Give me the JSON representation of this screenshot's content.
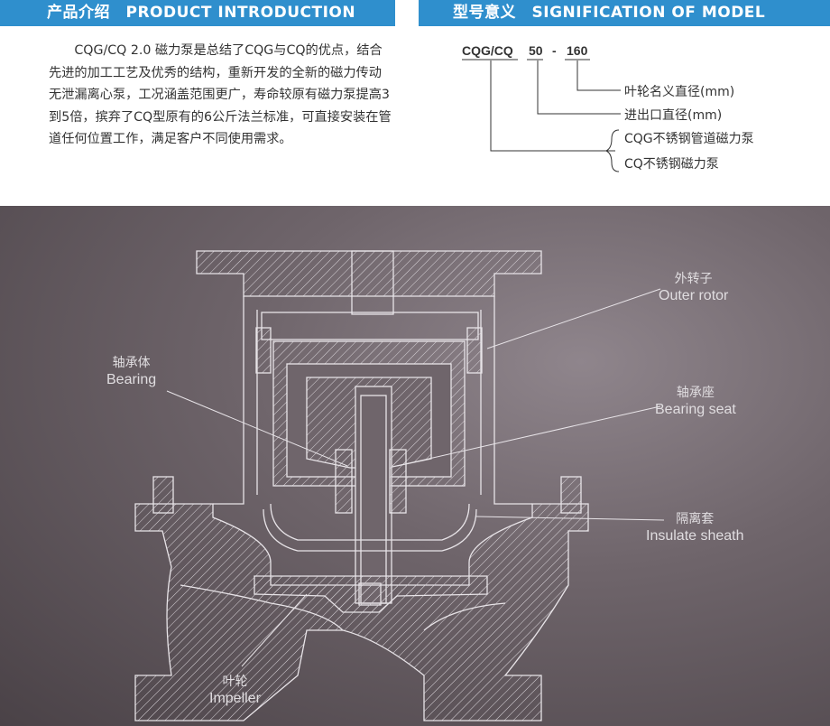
{
  "left_banner": "产品介绍　PRODUCT INTRODUCTION",
  "intro_text": "CQG/CQ 2.0 磁力泵是总结了CQG与CQ的优点，结合先进的加工工艺及优秀的结构，重新开发的全新的磁力传动无泄漏离心泵，工况涵盖范围更广，寿命较原有磁力泵提高3到5倍，摈弃了CQ型原有的6公斤法兰标准，可直接安装在管道任何位置工作，满足客户不同使用需求。",
  "right_banner": "型号意义　SIGNIFICATION OF MODEL",
  "model": {
    "code_series": "CQG/CQ",
    "code_diameter": "50",
    "dash": "-",
    "code_impeller": "160",
    "desc_impeller": "叶轮名义直径(mm)",
    "desc_port": "进出口直径(mm)",
    "desc_cqg": "CQG不锈钢管道磁力泵",
    "desc_cq": "CQ不锈钢磁力泵"
  },
  "callouts": {
    "outer_rotor_cn": "外转子",
    "outer_rotor_en": "Outer rotor",
    "bearing_cn": "轴承体",
    "bearing_en": "Bearing",
    "bearing_seat_cn": "轴承座",
    "bearing_seat_en": "Bearing seat",
    "sheath_cn": "隔离套",
    "sheath_en": "Insulate sheath",
    "impeller_cn": "叶轮",
    "impeller_en": "Impeller"
  },
  "colors": {
    "banner": "#2f8fcd",
    "drawing_bg": "#6f656b",
    "line": "#e8e4e8"
  }
}
